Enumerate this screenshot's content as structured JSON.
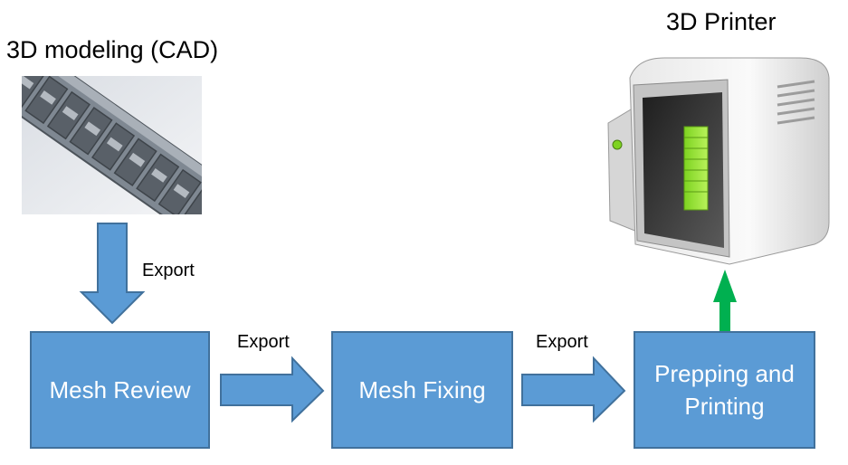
{
  "titles": {
    "cad": "3D modeling (CAD)",
    "printer": "3D Printer"
  },
  "steps": [
    {
      "label": "Mesh Review"
    },
    {
      "label": "Mesh Fixing"
    },
    {
      "label": "Prepping and Printing"
    }
  ],
  "arrows": [
    {
      "label": "Export"
    },
    {
      "label": "Export"
    },
    {
      "label": "Export"
    }
  ],
  "colors": {
    "box_fill": "#5b9bd5",
    "box_border": "#41719c",
    "box_text": "#ffffff",
    "print_arrow": "#00b050"
  }
}
